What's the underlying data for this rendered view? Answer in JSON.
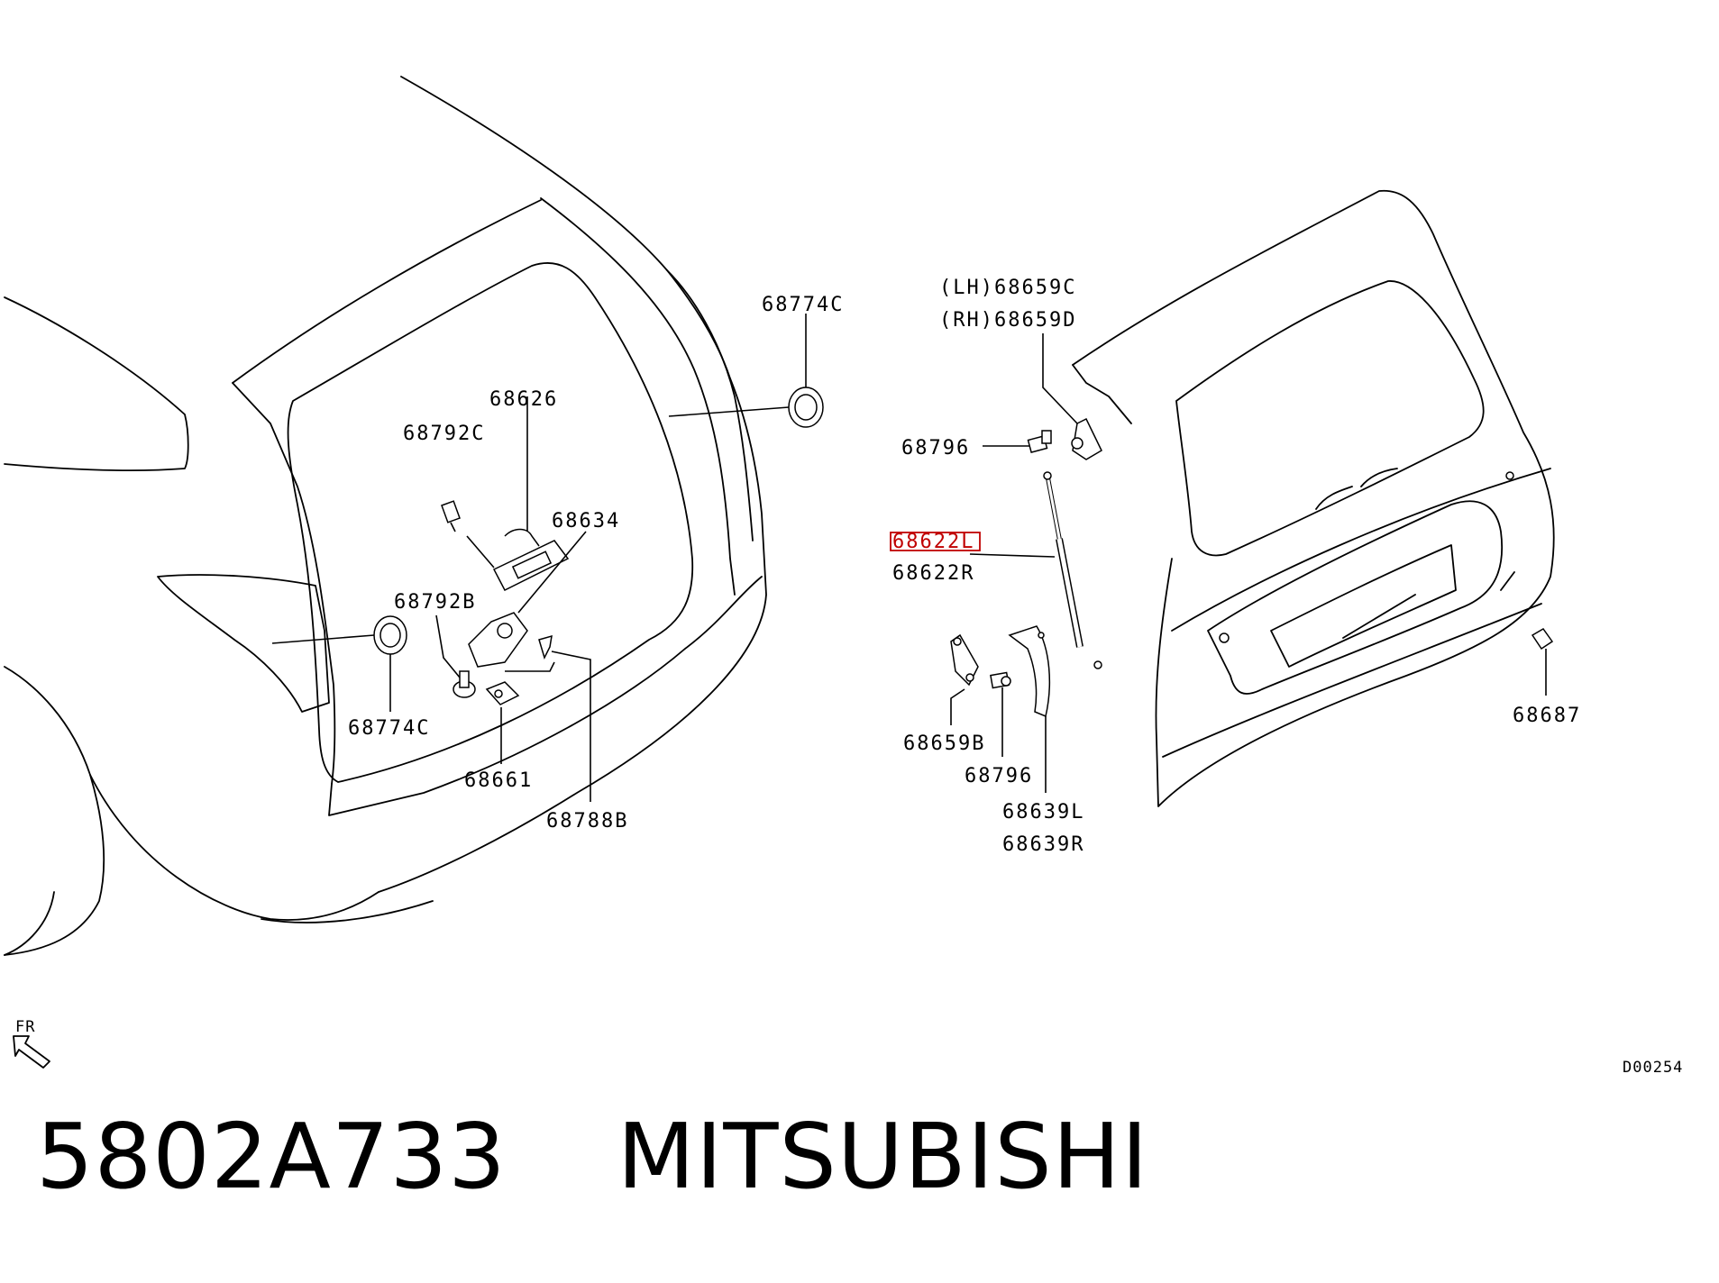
{
  "callouts": {
    "grommet_upper": "68774C",
    "handle": "68626",
    "bolt_upper": "68792C",
    "latch": "68634",
    "bolt_lower": "68792B",
    "grommet_lower": "68774C",
    "striker": "68661",
    "screw": "68788B",
    "hinge_lh": "(LH)68659C",
    "hinge_rh": "(RH)68659D",
    "bolt_hinge_upper": "68796",
    "strut_l": "68622L",
    "strut_r": "68622R",
    "bracket": "68659B",
    "bolt_hinge_lower": "68796",
    "stay_l": "68639L",
    "stay_r": "68639R",
    "bumper": "68687"
  },
  "direction_label": "FR",
  "diagram_code": "D00254",
  "footer": {
    "part_number": "5802A733",
    "brand": "MITSUBISHI"
  },
  "highlight_color": "#c00000"
}
